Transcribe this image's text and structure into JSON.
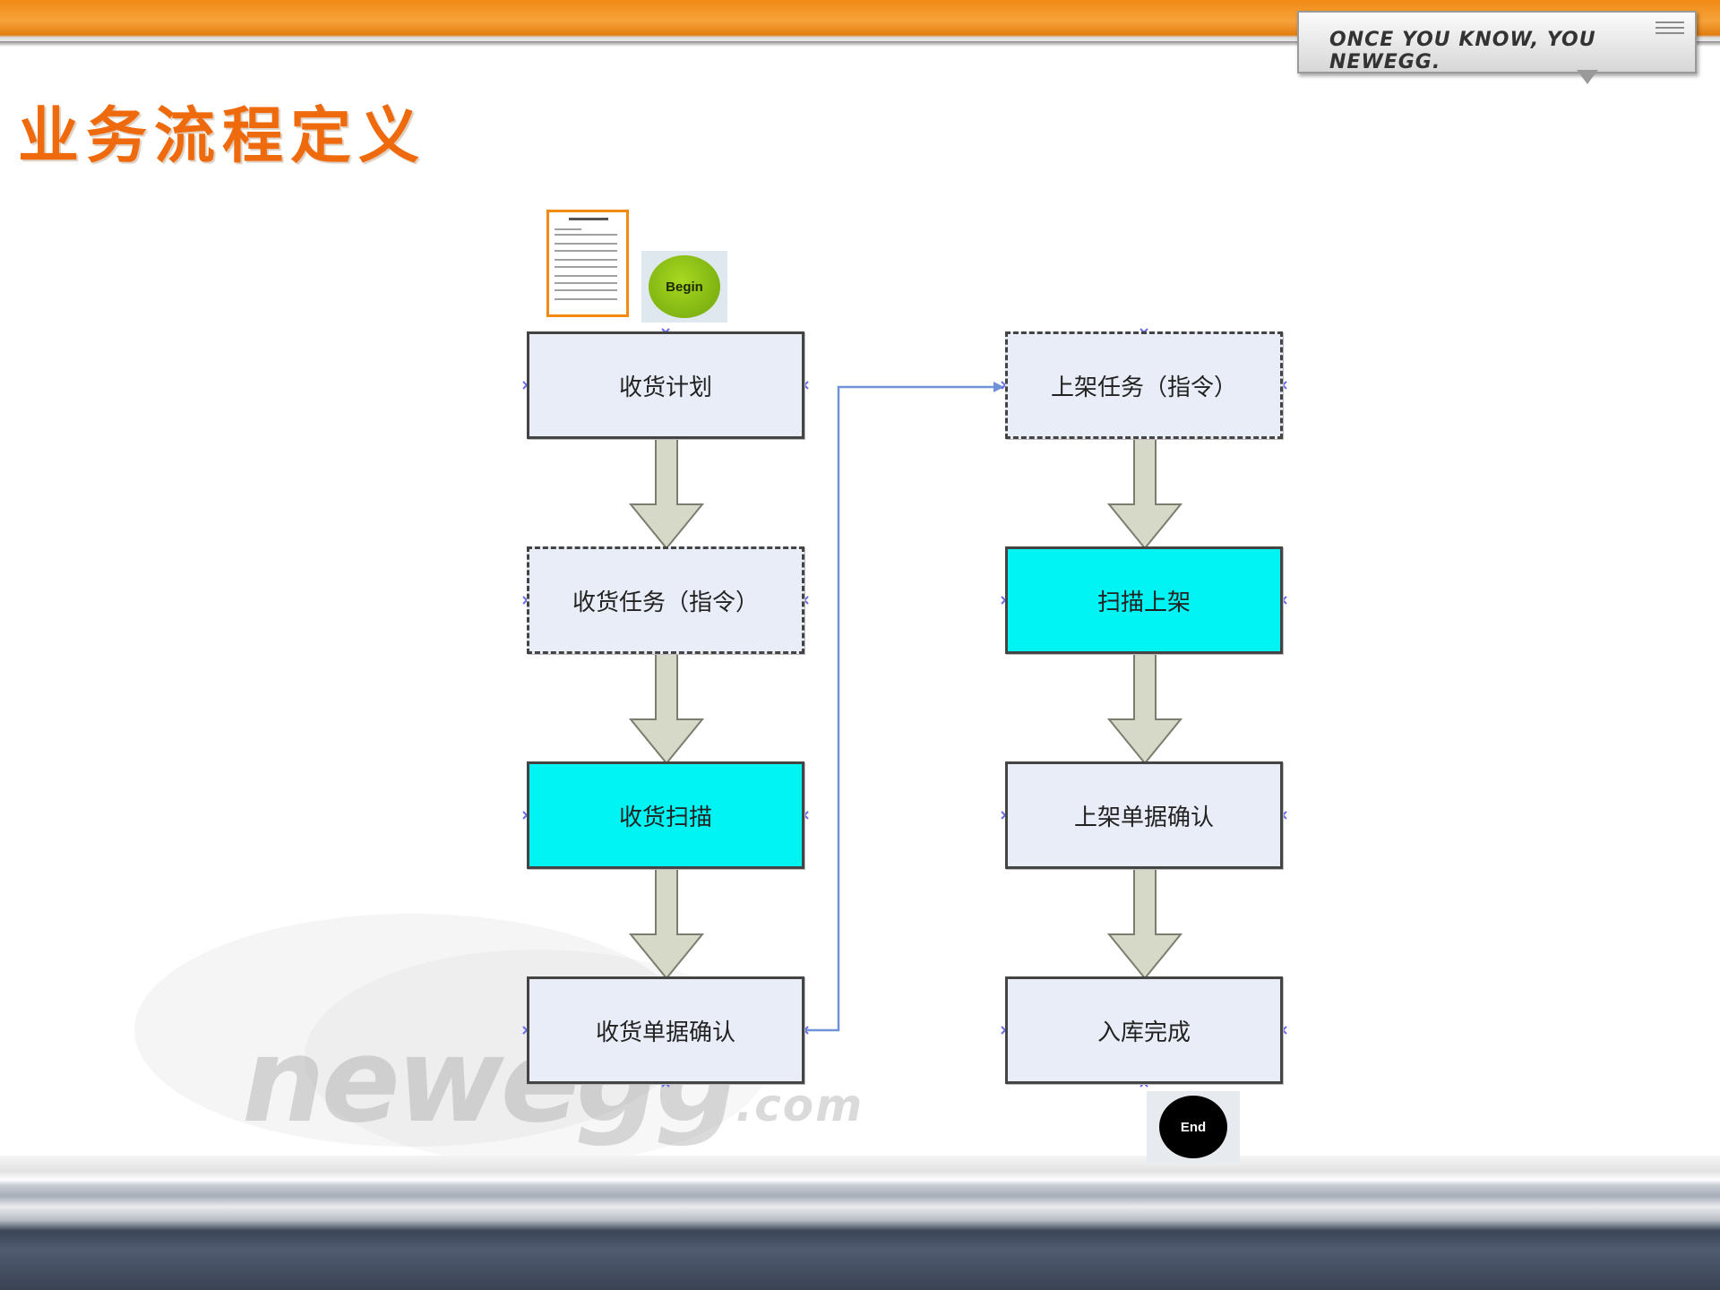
{
  "header": {
    "tagline": "ONCE YOU KNOW, YOU NEWEGG.",
    "accent_color": "#f08a16"
  },
  "slide": {
    "title": "业务流程定义"
  },
  "watermark": {
    "logo_main": "newegg",
    "logo_suffix": ".com"
  },
  "diagram": {
    "begin_label": "Begin",
    "end_label": "End",
    "report_icon": "report-document-icon",
    "highlight_color": "#00f4f4",
    "box_fill_color": "#e9edf7",
    "nodes": {
      "receiving_plan": "收货计划",
      "receiving_task": "收货任务（指令）",
      "receiving_scan": "收货扫描",
      "receiving_confirm": "收货单据确认",
      "putaway_task": "上架任务（指令）",
      "scan_putaway": "扫描上架",
      "putaway_confirm": "上架单据确认",
      "inbound_complete": "入库完成"
    }
  }
}
